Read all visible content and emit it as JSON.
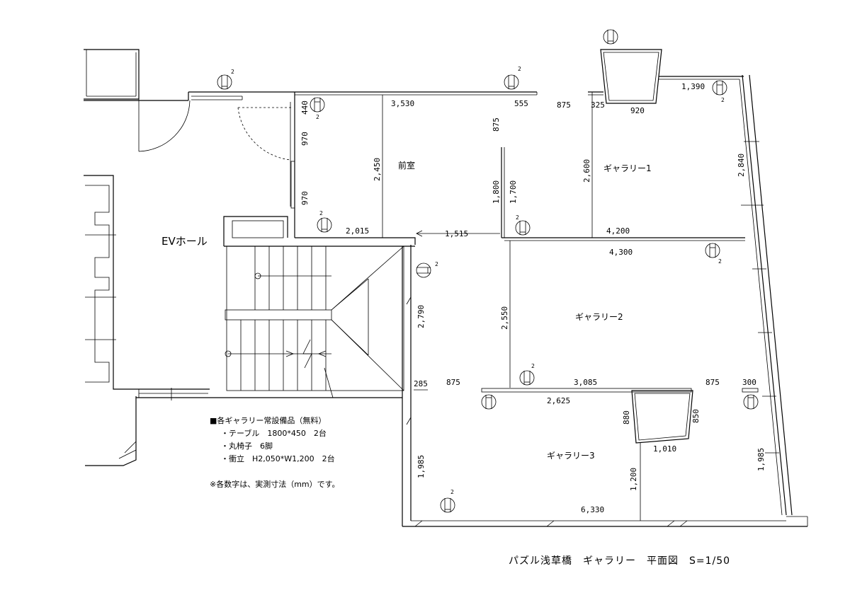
{
  "title": "パズル浅草橋　ギャラリー　平面図　S=1/50",
  "rooms": {
    "ev_hall": "EVホール",
    "front_room": "前室",
    "gallery1": "ギャラリー1",
    "gallery2": "ギャラリー2",
    "gallery3": "ギャラリー3"
  },
  "dimensions": {
    "d3530": "3,530",
    "d555": "555",
    "d875a": "875",
    "d325": "325",
    "d920": "920",
    "d1390": "1,390",
    "d440": "440",
    "d970a": "970",
    "d970b": "970",
    "d875b": "875",
    "d2450": "2,450",
    "d2600": "2,600",
    "d2840": "2,840",
    "d1800": "1,800",
    "d1700": "1,700",
    "d2015": "2,015",
    "d1515": "1,515",
    "d4200": "4,200",
    "d4300": "4,300",
    "d2790": "2,790",
    "d2550": "2,550",
    "d285": "285",
    "d875c": "875",
    "d3085": "3,085",
    "d875d": "875",
    "d300": "300",
    "d2625": "2,625",
    "d880": "880",
    "d850": "850",
    "d1010": "1,010",
    "d1985a": "1,985",
    "d1985b": "1,985",
    "d1200": "1,200",
    "d6330": "6,330"
  },
  "outlet_label": "2",
  "notes": {
    "heading": "■各ギャラリー常設備品（無料）",
    "items": [
      "・テーブル　1800*450　2台",
      "・丸椅子　6脚",
      "・衝立　H2,050*W1,200　2台"
    ],
    "footnote": "※各数字は、実測寸法（mm）です。"
  }
}
